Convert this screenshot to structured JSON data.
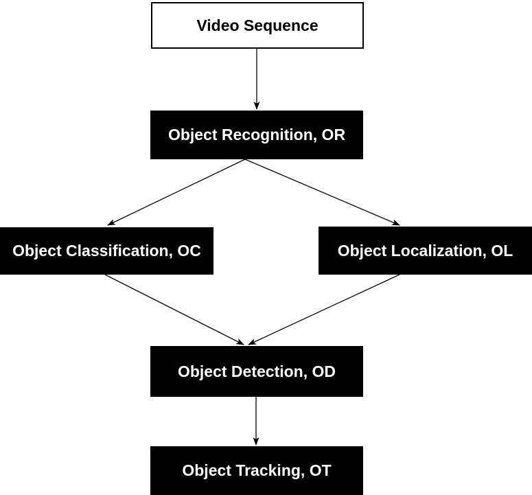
{
  "diagram": {
    "type": "flowchart",
    "background": "#ffffff",
    "line_color": "#000000",
    "nodes": [
      {
        "id": "video-sequence",
        "label": "Video Sequence",
        "variant": "outlined",
        "fill": "#ffffff",
        "text_color": "#000000"
      },
      {
        "id": "object-recognition",
        "label": "Object Recognition, OR",
        "variant": "filled",
        "fill": "#000000",
        "text_color": "#ffffff"
      },
      {
        "id": "object-classification",
        "label": "Object Classification, OC",
        "variant": "filled",
        "fill": "#000000",
        "text_color": "#ffffff"
      },
      {
        "id": "object-localization",
        "label": "Object Localization, OL",
        "variant": "filled",
        "fill": "#000000",
        "text_color": "#ffffff"
      },
      {
        "id": "object-detection",
        "label": "Object Detection, OD",
        "variant": "filled",
        "fill": "#000000",
        "text_color": "#ffffff"
      },
      {
        "id": "object-tracking",
        "label": "Object Tracking, OT",
        "variant": "filled",
        "fill": "#000000",
        "text_color": "#ffffff"
      }
    ],
    "edges": [
      {
        "from": "video-sequence",
        "to": "object-recognition"
      },
      {
        "from": "object-recognition",
        "to": "object-classification"
      },
      {
        "from": "object-recognition",
        "to": "object-localization"
      },
      {
        "from": "object-classification",
        "to": "object-detection"
      },
      {
        "from": "object-localization",
        "to": "object-detection"
      },
      {
        "from": "object-detection",
        "to": "object-tracking"
      }
    ]
  }
}
